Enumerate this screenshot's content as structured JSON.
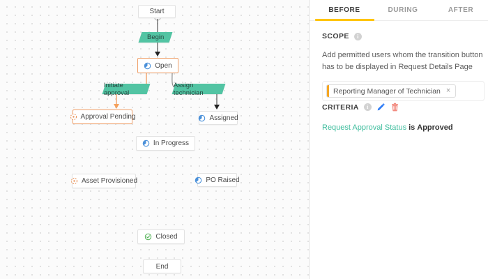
{
  "flowchart": {
    "nodes": [
      {
        "label": "Start",
        "icon": null
      },
      {
        "label": "Open",
        "icon": "clock-blue"
      },
      {
        "label": "Approval Pending",
        "icon": "clock-pending-orange"
      },
      {
        "label": "Assigned",
        "icon": "clock-blue"
      },
      {
        "label": "In Progress",
        "icon": "clock-blue"
      },
      {
        "label": "Asset Provisioned",
        "icon": "clock-pending-orange"
      },
      {
        "label": "PO Raised",
        "icon": "clock-blue"
      },
      {
        "label": "Closed",
        "icon": "check-circle-green"
      },
      {
        "label": "End",
        "icon": null
      }
    ],
    "transitions": [
      {
        "label": "Begin"
      },
      {
        "label": "Initiate approval"
      },
      {
        "label": "Assign technician"
      }
    ]
  },
  "panel": {
    "tabs": [
      {
        "label": "BEFORE",
        "active": true
      },
      {
        "label": "DURING",
        "active": false
      },
      {
        "label": "AFTER",
        "active": false
      }
    ],
    "scope": {
      "heading": "SCOPE",
      "description": "Add permitted users whom the transition button has to be displayed in Request Details Page",
      "chip": {
        "label": "Reporting Manager of Technician",
        "close": "×"
      }
    },
    "criteria": {
      "heading": "CRITERIA",
      "field": "Request Approval Status",
      "operator": "is",
      "value": "Approved"
    }
  },
  "icons": {
    "info-icon": "i in gray circle",
    "edit-pencil-icon": "blue pencil",
    "delete-trash-icon": "salmon trash can",
    "chip-close-icon": "×",
    "clock-blue": "blue clock with filled wedge",
    "clock-pending-orange": "orange dashed clock",
    "check-circle-green": "green circled checkmark"
  },
  "colors": {
    "transition_fill": "#52c4a3",
    "orange_border": "#f0a06a",
    "active_tab_underline": "#ffc400",
    "criteria_field_green": "#3cbc9c",
    "chip_bar_orange": "#f5a623",
    "icon_blue": "#4a90d9",
    "icon_green": "#4caf50",
    "icon_salmon": "#f28b80"
  }
}
